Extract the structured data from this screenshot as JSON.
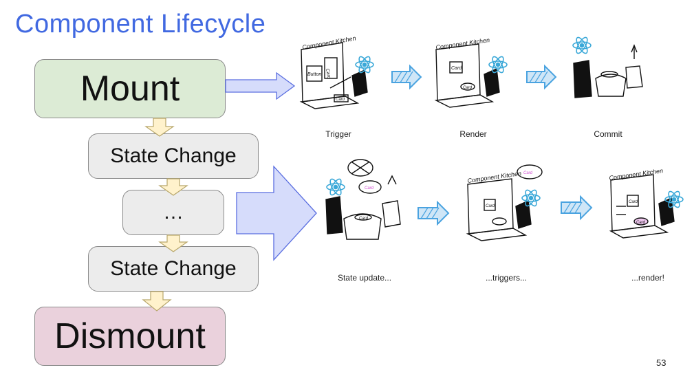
{
  "title": "Component Lifecycle",
  "colors": {
    "title": "#4169e1",
    "mount_bg": "#dcebd5",
    "state_bg": "#ececec",
    "dismount_bg": "#ead1dc",
    "down_arrow_fill": "#fff2cc",
    "right_arrow_fill": "#d6dcfb",
    "react_logo": "#3aa8d8",
    "sketch_arrow": "#5aaee3"
  },
  "flow": {
    "mount": "Mount",
    "state_change_1": "State Change",
    "ellipsis": "…",
    "state_change_2": "State Change",
    "dismount": "Dismount"
  },
  "illustrations": {
    "top_row": [
      {
        "caption": "Trigger",
        "sign": "Component Kitchen",
        "labels": [
          "Button",
          "Card",
          "Card"
        ]
      },
      {
        "caption": "Render",
        "sign": "Component Kitchen",
        "labels": [
          "Card",
          "Card"
        ]
      },
      {
        "caption": "Commit"
      }
    ],
    "bottom_row": [
      {
        "caption": "State update...",
        "labels": [
          "Card",
          "Card"
        ]
      },
      {
        "caption": "...triggers...",
        "sign": "Component Kitchen",
        "labels": [
          "Card",
          "Card"
        ]
      },
      {
        "caption": "...render!",
        "sign": "Component Kitchen",
        "labels": [
          "Card",
          "Card"
        ]
      }
    ]
  },
  "page_number": "53"
}
